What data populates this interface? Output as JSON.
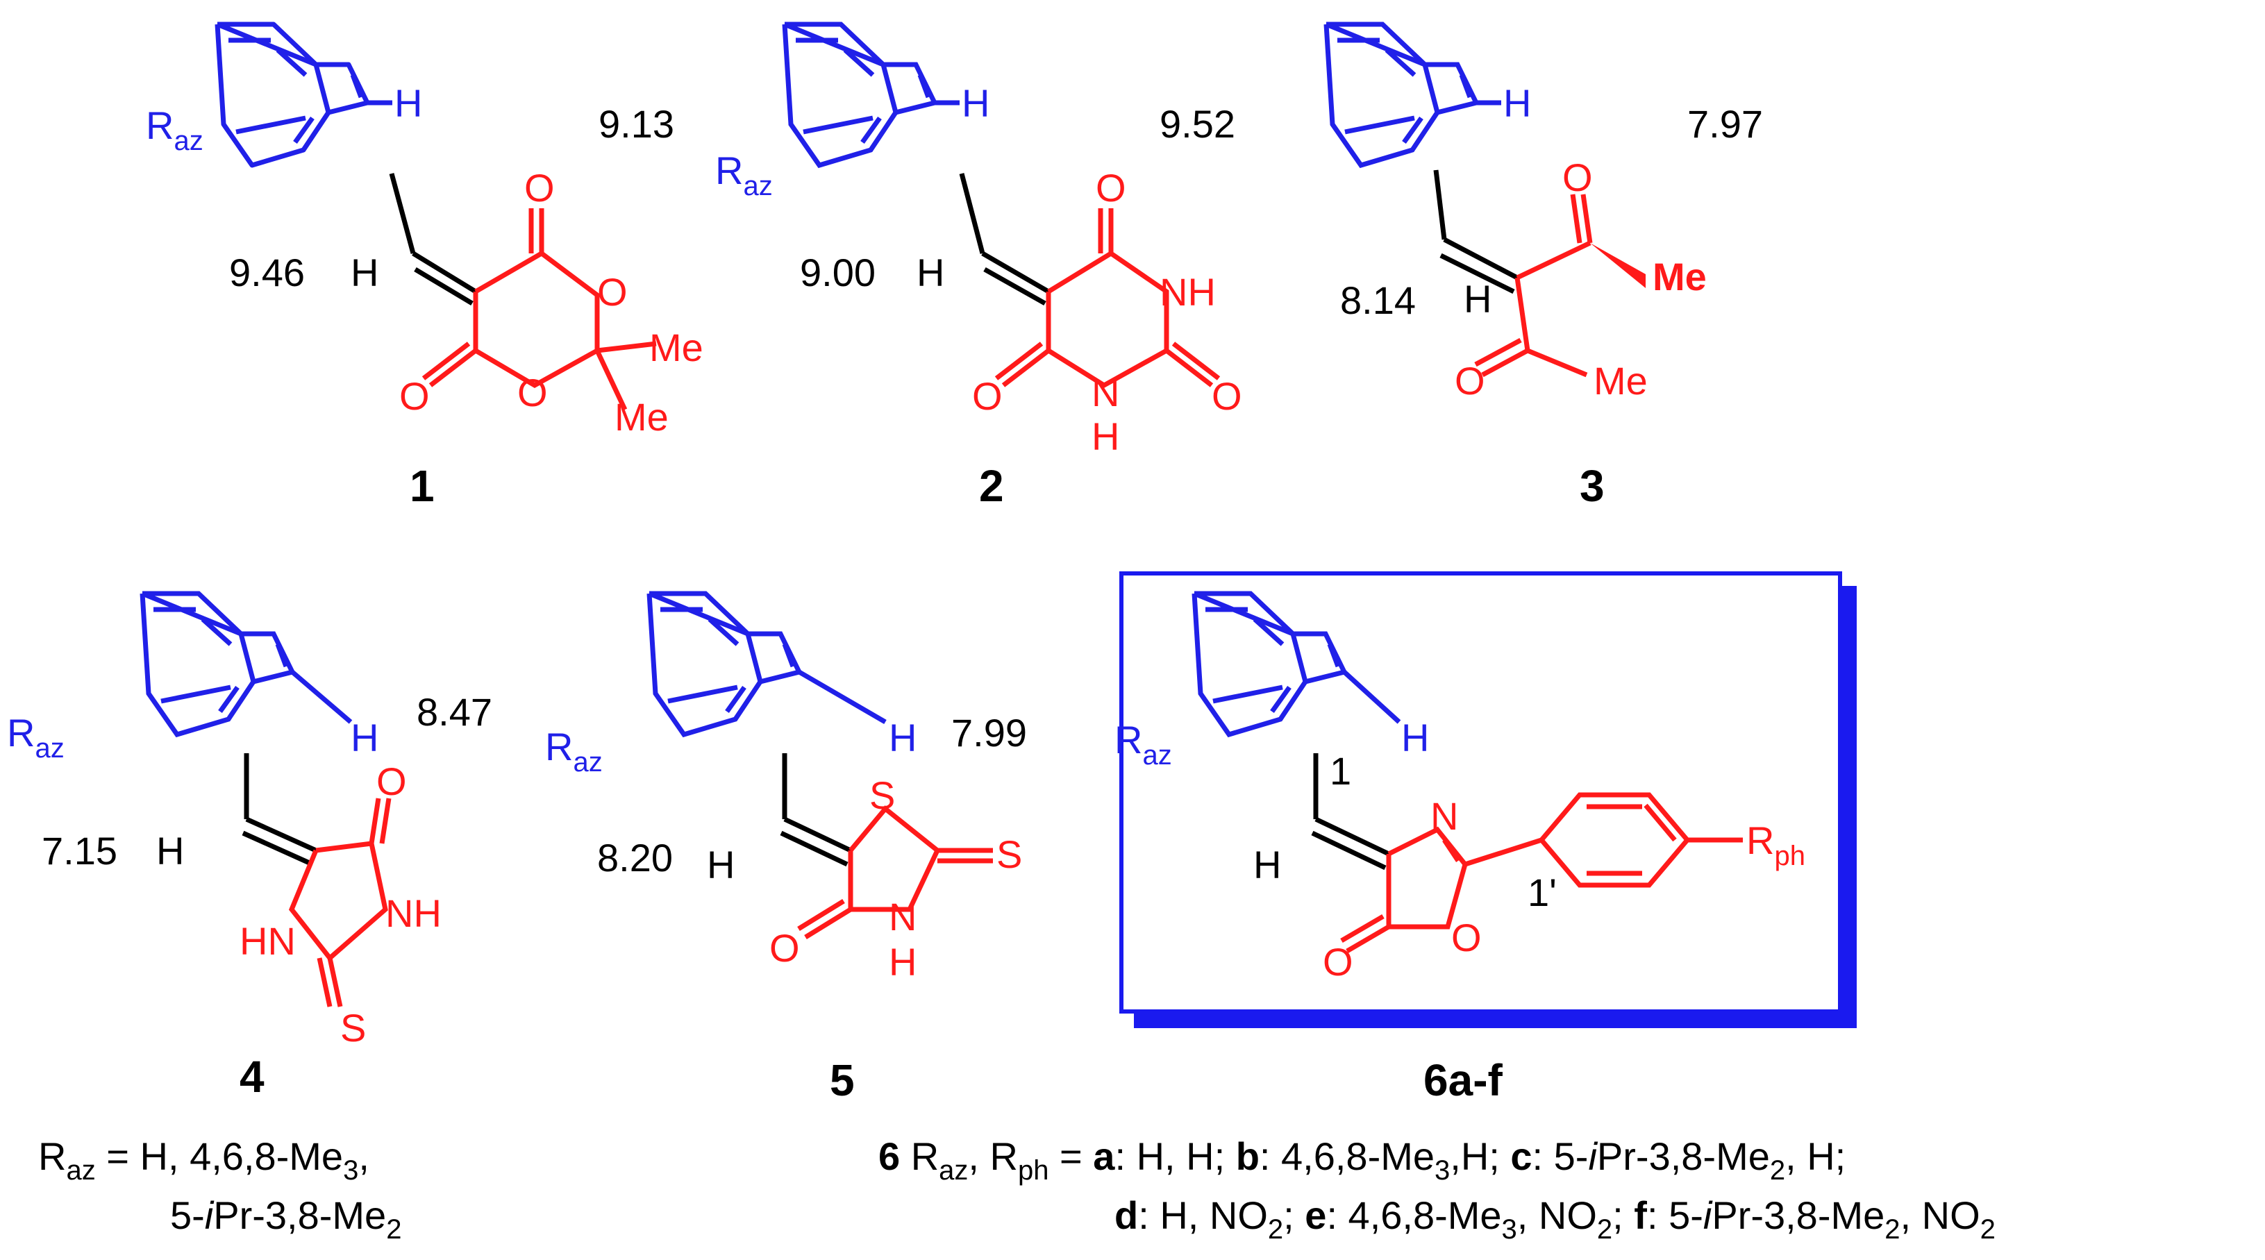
{
  "colors": {
    "azulene": "#2020e8",
    "heterocycle": "#ff1a1a",
    "linker": "#000000",
    "box": "#1a1aef"
  },
  "atoms": {
    "H": "H",
    "O": "O",
    "N": "N",
    "S": "S",
    "NH": "NH",
    "HN": "HN",
    "Me": "Me",
    "R": "R",
    "az": "az",
    "ph": "ph"
  },
  "compounds": [
    {
      "label": "1",
      "shift_h2": "9.13",
      "shift_vinyl": "9.46"
    },
    {
      "label": "2",
      "shift_h2": "9.52",
      "shift_vinyl": "9.00"
    },
    {
      "label": "3",
      "shift_h2": "7.97",
      "shift_vinyl": "8.14"
    },
    {
      "label": "4",
      "shift_h2": "8.47",
      "shift_vinyl": "7.15"
    },
    {
      "label": "5",
      "shift_h2": "7.99",
      "shift_vinyl": "8.20"
    },
    {
      "label": "6a-f",
      "pos_azulene": "1",
      "pos_phenyl": "1'"
    }
  ],
  "footnote_left": {
    "R": "R",
    "sub": "az",
    "line1": " = H, 4,6,8-Me",
    "line1_sub": "3",
    "line1_end": ",",
    "line2_a": "5-",
    "line2_i": "i",
    "line2_b": "Pr-3,8-Me",
    "line2_sub": "2"
  },
  "footnote_right": {
    "num": "6",
    "lead": " R",
    "lead_sub1": "az",
    "lead_mid": ", R",
    "lead_sub2": "ph",
    "lead_end": " = ",
    "a": "a",
    "a_txt": ": H, H; ",
    "b": "b",
    "b_txt": ": 4,6,8-Me",
    "b_sub": "3",
    "b_end": ",H; ",
    "c": "c",
    "c_txt": ": 5-",
    "c_i": "i",
    "c_txt2": "Pr-3,8-Me",
    "c_sub": "2",
    "c_end": ", H;",
    "d": "d",
    "d_txt": ": H, NO",
    "d_sub": "2",
    "d_end": "; ",
    "e": "e",
    "e_txt": ": 4,6,8-Me",
    "e_sub": "3",
    "e_txt2": ", NO",
    "e_sub2": "2",
    "e_end": "; ",
    "f": "f",
    "f_txt": ": 5-",
    "f_i": "i",
    "f_txt2": "Pr-3,8-Me",
    "f_sub": "2",
    "f_txt3": ", NO",
    "f_sub2": "2"
  }
}
